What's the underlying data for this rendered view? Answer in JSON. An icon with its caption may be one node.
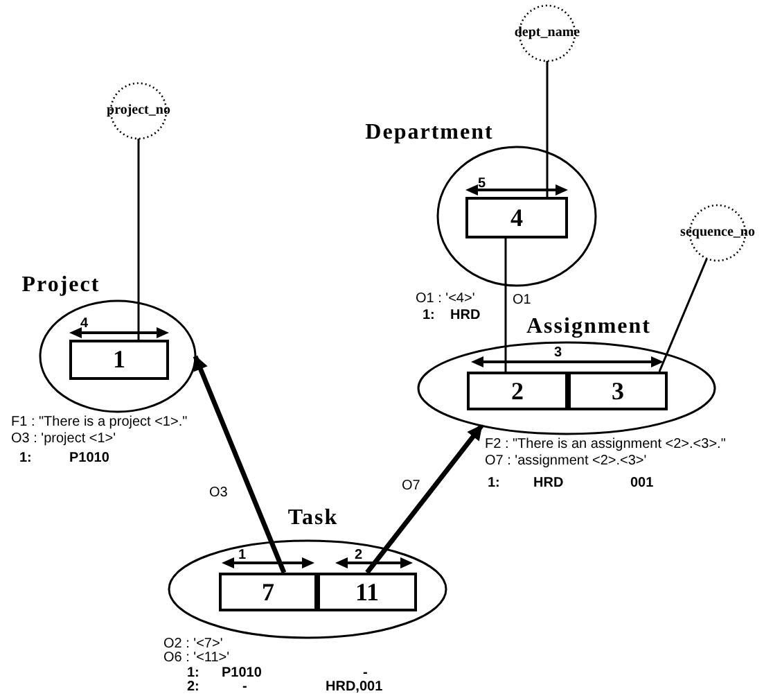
{
  "diagram": {
    "nodes": [
      {
        "text": [
          "dept_name"
        ]
      },
      {
        "text": [
          "Department"
        ],
        "beside": [
          "O1 : '<4>'"
        ]
      },
      {
        "text": [
          "4"
        ],
        "in": 1
      },
      {
        "text": [
          "project_no"
        ]
      },
      {
        "text": [
          "sequence_no"
        ]
      },
      {
        "text": [
          "Project"
        ],
        "beside": [
          "F1 : \"There is a project <1>.\"",
          "O3 : 'project <1>'"
        ]
      },
      {
        "text": [
          "1"
        ],
        "in": 5
      },
      {
        "text": [
          "Assignment"
        ],
        "beside": [
          "F2 : \"There is an assignment <2>.<3>.\"",
          "O7 : 'assignment <2>.<3>'"
        ]
      },
      {
        "text": [
          "2"
        ],
        "in": 7
      },
      {
        "text": [
          "3"
        ],
        "in": 7
      },
      {
        "text": [
          "Task"
        ],
        "beside": [
          "O2 : '<7>'",
          "O6 : '<11>'"
        ]
      },
      {
        "text": [
          "7"
        ],
        "in": 10
      },
      {
        "text": [
          "11"
        ],
        "in": 10
      }
    ],
    "edges": [
      {
        "from": 0,
        "to": 2,
        "arrow": "none"
      },
      {
        "from": 3,
        "to": 6,
        "arrow": "none"
      },
      {
        "from": 4,
        "to": 9,
        "arrow": "none"
      },
      {
        "from": 2,
        "to": 8,
        "arrow": "none",
        "label": "O1"
      },
      {
        "from": 11,
        "to": 5,
        "arrow": "to",
        "style": "thick",
        "label": "O3"
      },
      {
        "from": 12,
        "to": 7,
        "arrow": "to",
        "style": "thick",
        "label": "O7"
      }
    ],
    "labels": [
      "5",
      "1:",
      "HRD",
      "4",
      "1:",
      "P1010",
      "3",
      "1:",
      "HRD",
      "001",
      "1",
      "2",
      "1:",
      "P1010",
      "-",
      "2:",
      "-",
      "HRD,001"
    ]
  }
}
